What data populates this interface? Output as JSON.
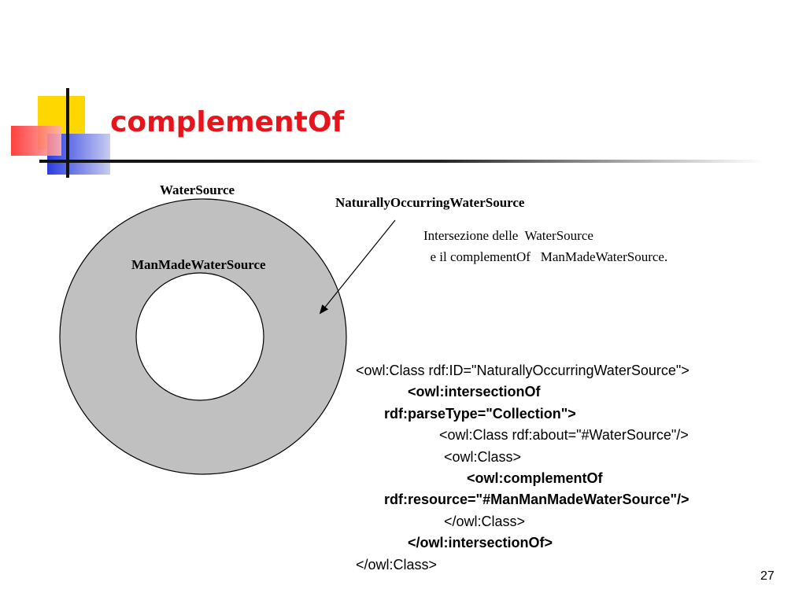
{
  "slide": {
    "title": "complementOf",
    "page_number": "27"
  },
  "diagram": {
    "outer_label": "WaterSource",
    "inner_label": "ManMadeWaterSource",
    "arrow_label": "NaturallyOccurringWaterSource",
    "note_line_1": "Intersezione delle  WaterSource",
    "note_line_2": "  e il complementOf   ManMadeWaterSource.",
    "colors": {
      "ring_fill": "#c0c0c0",
      "inner_fill": "#ffffff",
      "title": "#e8141c"
    }
  },
  "code": {
    "lines": [
      "<owl:Class rdf:ID=\"NaturallyOccurringWaterSource\">",
      "<owl:intersectionOf",
      "rdf:parseType=\"Collection\">",
      "<owl:Class rdf:about=\"#WaterSource\"/>",
      "<owl:Class>",
      "<owl:complementOf",
      "rdf:resource=\"#ManManMadeWaterSource\"/>",
      "</owl:Class>",
      "</owl:intersectionOf>",
      "</owl:Class>"
    ]
  },
  "logo": {
    "colors": [
      "#ffd700",
      "#ff3030",
      "#3040e0"
    ]
  }
}
